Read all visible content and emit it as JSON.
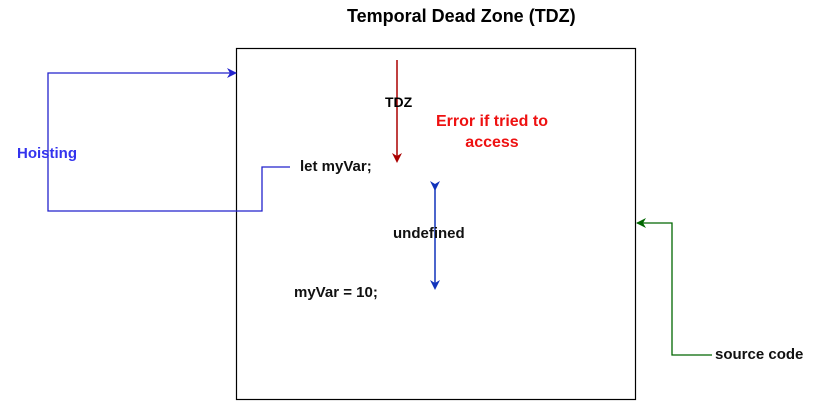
{
  "diagram": {
    "title": "Temporal Dead Zone (TDZ)",
    "tdz_label": "TDZ",
    "error_text": "Error if tried to access",
    "hoisting_label": "Hoisting",
    "declaration": "let myVar;",
    "undefined_label": "undefined",
    "assignment": "myVar = 10;",
    "source_label": "source code"
  },
  "colors": {
    "tdz_arrow": "#aa0000",
    "error_text": "#ee1111",
    "hoisting": "#2222cc",
    "undefined_arrow": "#1133bb",
    "source_arrow": "#006600"
  }
}
